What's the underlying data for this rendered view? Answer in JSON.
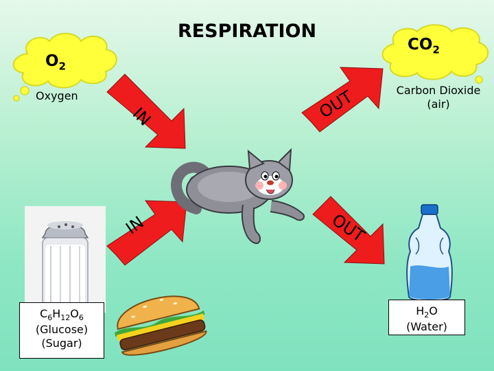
{
  "title": "RESPIRATION",
  "o2": {
    "base": "O",
    "sub": "2"
  },
  "co2": {
    "base": "CO",
    "sub": "2"
  },
  "oxygen_label": "Oxygen",
  "co2_label": {
    "line1": "Carbon Dioxide",
    "line2": "(air)"
  },
  "glucose_label": {
    "formula": [
      {
        "t": "C"
      },
      {
        "s": "6"
      },
      {
        "t": "H"
      },
      {
        "s": "12"
      },
      {
        "t": "O"
      },
      {
        "s": "6"
      }
    ],
    "line2": "(Glucose)",
    "line3": "(Sugar)"
  },
  "water_label": {
    "base": "H",
    "sub": "2",
    "rest": "O",
    "line2": "(Water)"
  },
  "arrows": {
    "top_in": "IN",
    "top_out": "OUT",
    "bottom_in": "IN",
    "bottom_out": "OUT"
  },
  "colors": {
    "arrow": "#ee1c1c",
    "cloud": "#ffff3a",
    "cloud_outline": "#d8d826"
  },
  "images": [
    "cat-illustration",
    "sugar-shaker-photo",
    "hamburger-illustration",
    "water-bottle-illustration"
  ]
}
